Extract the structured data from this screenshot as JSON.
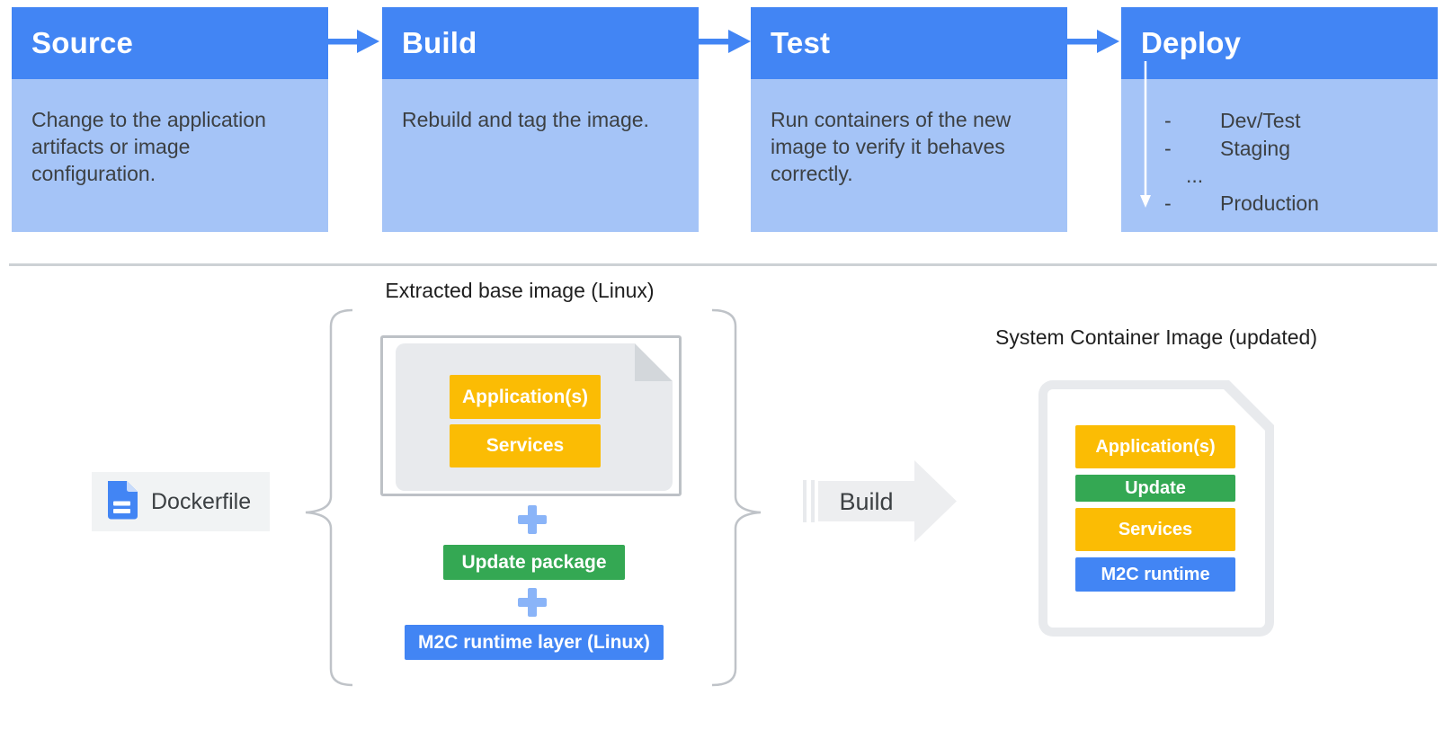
{
  "pipeline": {
    "stages": [
      {
        "title": "Source",
        "description": "Change to the application artifacts or image configuration."
      },
      {
        "title": "Build",
        "description": "Rebuild and tag the image."
      },
      {
        "title": "Test",
        "description": "Run containers of the new image to verify it behaves correctly."
      },
      {
        "title": "Deploy",
        "items": [
          {
            "bullet": "-",
            "label": "Dev/Test"
          },
          {
            "bullet": "-",
            "label": "Staging"
          },
          {
            "bullet": "",
            "label": "..."
          },
          {
            "bullet": "-",
            "label": "Production"
          }
        ]
      }
    ]
  },
  "build_flow": {
    "dockerfile": {
      "label": "Dockerfile",
      "icon": "blue-document-icon"
    },
    "base_image": {
      "title": "Extracted base image (Linux)",
      "plus_sign": "+",
      "image_layers": [
        "Application(s)",
        "Services"
      ],
      "update_package_label": "Update package",
      "runtime_layer_label": "M2C runtime layer (Linux)"
    },
    "build_arrow_label": "Build",
    "system_container": {
      "title": "System Container Image (updated)",
      "layers": [
        {
          "label": "Application(s)",
          "color": "#FBBC04"
        },
        {
          "label": "Update",
          "color": "#34A853"
        },
        {
          "label": "Services",
          "color": "#FBBC04"
        },
        {
          "label": "M2C runtime",
          "color": "#4285F4"
        }
      ]
    }
  },
  "icons": {
    "stage_flow": "right-arrow-icon",
    "deploy_order": "down-arrow-icon",
    "dockerfile": "document-icon"
  },
  "colors": {
    "stage_header_blue": "#4285F4",
    "stage_body_blue": "#A5C4F7",
    "flow_arrow_blue": "#4285F4",
    "layer_yellow": "#FBBC04",
    "layer_green": "#34A853",
    "layer_blue": "#4285F4",
    "plus_light_blue": "#8AB4F8",
    "build_arrow_gray": "#EDEEF0",
    "chip_gray": "#F1F3F4",
    "page_gray": "#E8EAED",
    "border_gray": "#BDC1C6",
    "text_dark": "#3C4043"
  }
}
